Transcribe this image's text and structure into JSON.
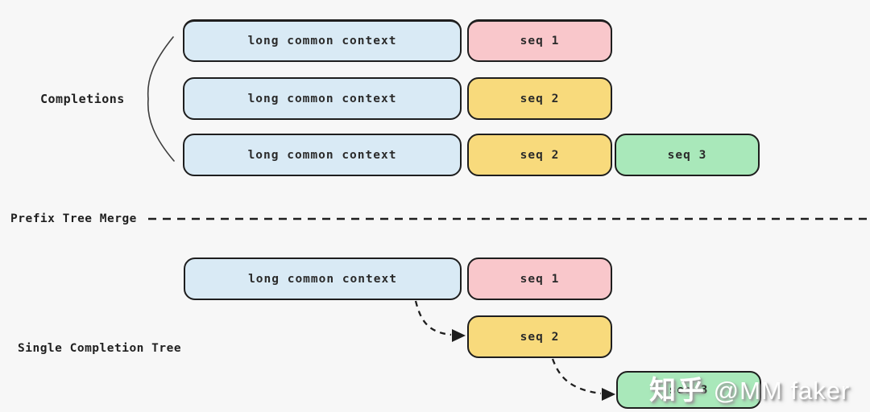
{
  "colors": {
    "context": "#d9eaf5",
    "seq1": "#f9c7cb",
    "seq2": "#f8da7c",
    "seq3": "#a9e8ba",
    "border": "#1e1e1e",
    "background": "#f7f7f7"
  },
  "sections": {
    "completions": {
      "label": "Completions",
      "rows": [
        {
          "boxes": [
            {
              "text": "long common context",
              "color": "context"
            },
            {
              "text": "seq 1",
              "color": "seq1"
            }
          ]
        },
        {
          "boxes": [
            {
              "text": "long common context",
              "color": "context"
            },
            {
              "text": "seq 2",
              "color": "seq2"
            }
          ]
        },
        {
          "boxes": [
            {
              "text": "long common context",
              "color": "context"
            },
            {
              "text": "seq 2",
              "color": "seq2"
            },
            {
              "text": "seq 3",
              "color": "seq3"
            }
          ]
        }
      ]
    },
    "divider": {
      "label": "Prefix Tree Merge"
    },
    "single_tree": {
      "label": "Single Completion Tree",
      "nodes": [
        {
          "text": "long common context",
          "color": "context"
        },
        {
          "text": "seq 1",
          "color": "seq1"
        },
        {
          "text": "seq 2",
          "color": "seq2"
        },
        {
          "text": "seq 3",
          "color": "seq3"
        }
      ]
    }
  },
  "watermark": {
    "brand": "知乎",
    "handle": " @MM faker"
  }
}
